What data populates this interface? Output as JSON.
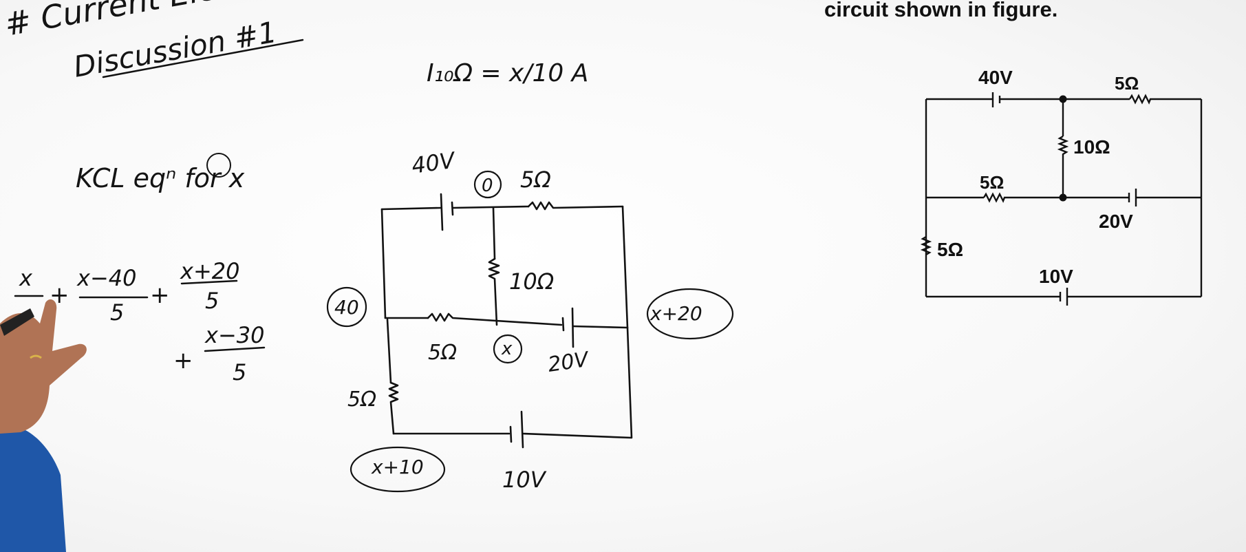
{
  "header": {
    "title_line1": "# Current Ele",
    "title_line2": "Discussion #1",
    "question_tail": "circuit shown in figure."
  },
  "notes": {
    "current_eq": "I₁₀Ω = x/10 A",
    "kcl_label": "KCL eqⁿ for x",
    "kcl_terms": [
      {
        "num": "x",
        "den": ""
      },
      {
        "num": "x−40",
        "den": "5"
      },
      {
        "num": "x+20",
        "den": "5"
      },
      {
        "num": "x−30",
        "den": "5"
      }
    ]
  },
  "hand_circuit": {
    "labels": {
      "v40": "40V",
      "node0": "0",
      "r5_top": "5Ω",
      "r10": "10Ω",
      "node40": "40",
      "r5_mid": "5Ω",
      "nodex": "x",
      "v20": "20V",
      "node_x20": "x+20",
      "r5_left": "5Ω",
      "node_x10": "x+10",
      "v10": "10V"
    }
  },
  "print_circuit": {
    "labels": {
      "v40": "40V",
      "r5_top": "5Ω",
      "r10": "10Ω",
      "r5_mid": "5Ω",
      "v20": "20V",
      "r5_left": "5Ω",
      "v10": "10V"
    }
  },
  "colors": {
    "ink": "#121212",
    "shirt": "#1f57a8",
    "skin": "#b07355"
  }
}
